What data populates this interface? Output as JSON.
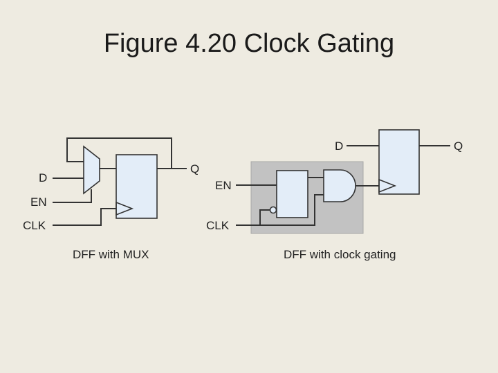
{
  "title": "Figure 4.20 Clock Gating",
  "left_circuit": {
    "labels": {
      "d": "D",
      "en": "EN",
      "clk": "CLK",
      "q": "Q"
    },
    "caption": "DFF with MUX"
  },
  "right_circuit": {
    "labels": {
      "d": "D",
      "en": "EN",
      "clk": "CLK",
      "q": "Q"
    },
    "caption": "DFF with clock gating"
  },
  "colors": {
    "background": "#eeebe1",
    "block_fill": "#e3edf8",
    "gating_box": "#c2c2c2",
    "wire": "#333333"
  }
}
